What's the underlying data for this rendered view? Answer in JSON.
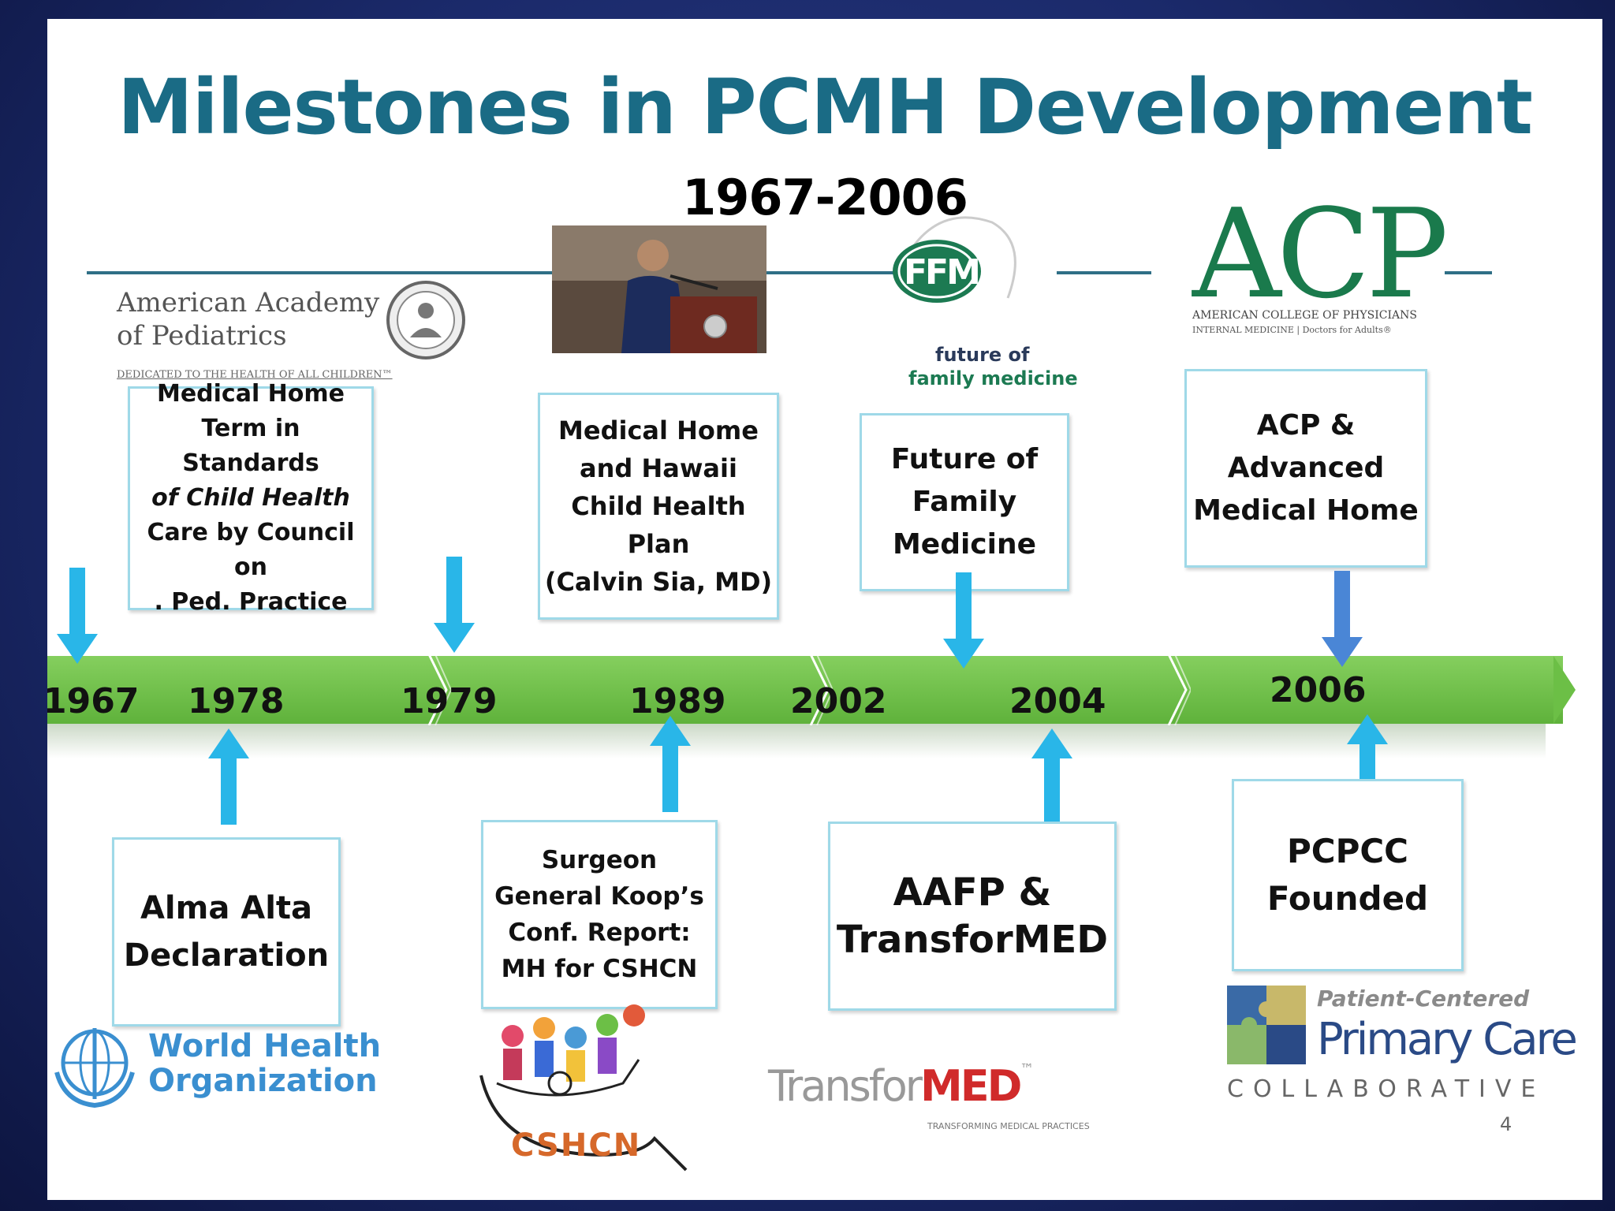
{
  "title": "Milestones in PCMH Development",
  "subtitle": "1967-2006",
  "years": [
    "1967",
    "1978",
    "1979",
    "1989",
    "2002",
    "2004",
    "2006"
  ],
  "top_boxes": [
    {
      "lines": [
        "Medical Home",
        "Term in Standards",
        "of Child Health",
        "Care by Council on",
        ". Ped. Practice"
      ]
    },
    {
      "lines": [
        "Medical Home",
        "and Hawaii",
        "Child Health",
        "Plan",
        "(Calvin Sia, MD)"
      ]
    },
    {
      "lines": [
        "Future of",
        "Family",
        "Medicine"
      ]
    },
    {
      "lines": [
        "ACP &",
        "Advanced",
        "Medical Home"
      ]
    }
  ],
  "bottom_boxes": [
    {
      "lines": [
        "Alma Alta",
        "Declaration"
      ]
    },
    {
      "lines": [
        "Surgeon",
        "General Koop’s",
        "Conf. Report:",
        "MH for CSHCN"
      ]
    },
    {
      "lines": [
        "AAFP &",
        "TransforMED"
      ]
    },
    {
      "lines": [
        "PCPCC",
        "Founded"
      ]
    }
  ],
  "logos": {
    "aap_line1": "American Academy",
    "aap_line2": "of Pediatrics",
    "aap_tagline": "DEDICATED TO THE HEALTH OF ALL CHILDREN™",
    "ffm_mark": "FFM",
    "ffm_line1": "future of",
    "ffm_line2": "family medicine",
    "acp_mark": "ACP",
    "acp_line1": "American College of Physicians",
    "acp_line2": "INTERNAL MEDICINE | Doctors for Adults®",
    "who_line1": "World Health",
    "who_line2": "Organization",
    "cshcn": "CSHCN",
    "transformed_a": "Transfor",
    "transformed_b": "MED",
    "transformed_tm": "™",
    "transformed_tag": "TRANSFORMING MEDICAL PRACTICES",
    "pcpcc_line1": "Patient-Centered",
    "pcpcc_line2": "Primary Care",
    "pcpcc_line3": "COLLABORATIVE"
  },
  "page_number": "4",
  "colors": {
    "title": "#1a6b85",
    "timeline": "#6cbf46",
    "arrow": "#29b6e8",
    "box_border": "#9fd9e8",
    "acp_green": "#1a7a4c",
    "who_blue": "#3a8fd0"
  }
}
